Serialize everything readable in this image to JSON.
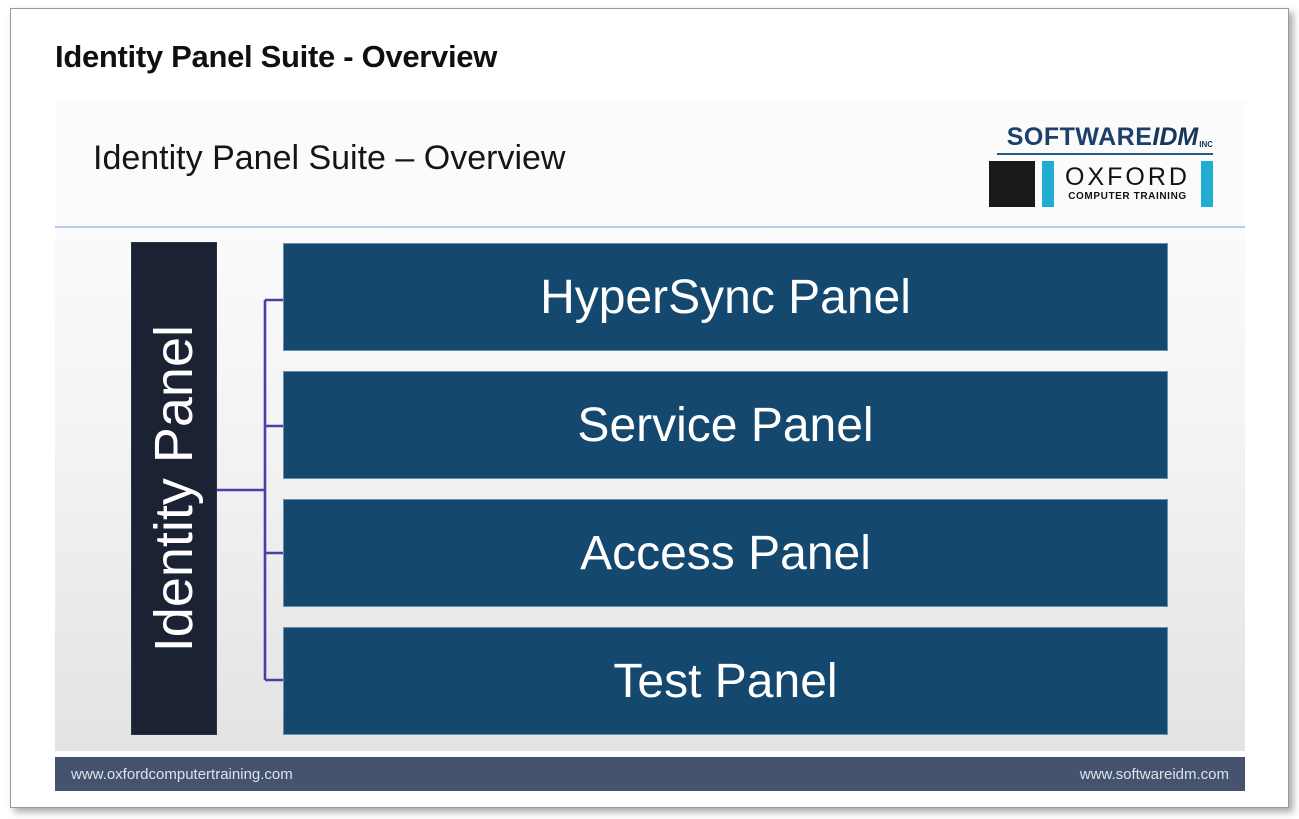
{
  "document": {
    "header_title": "Identity Panel Suite - Overview"
  },
  "slide": {
    "title": "Identity Panel Suite – Overview",
    "logo": {
      "softwareidm_primary": "SOFTWARE",
      "softwareidm_accent": "IDM",
      "softwareidm_suffix": "INC",
      "oxford_main": "OXFORD",
      "oxford_sub": "COMPUTER TRAINING"
    },
    "diagram": {
      "root_label": "Identity Panel",
      "panels": [
        {
          "label": "HyperSync Panel"
        },
        {
          "label": "Service Panel"
        },
        {
          "label": "Access Panel"
        },
        {
          "label": "Test Panel"
        }
      ]
    },
    "footer": {
      "left": "www.oxfordcomputertraining.com",
      "right": "www.softwareidm.com"
    }
  },
  "colors": {
    "panel_fill": "#14486f",
    "root_block": "#1b2233",
    "connector": "#4a3fa8",
    "footer_bar": "#45536f",
    "divider": "#b9cbee",
    "logo_navy": "#1d3f6b",
    "logo_cyan": "#22acd4"
  }
}
